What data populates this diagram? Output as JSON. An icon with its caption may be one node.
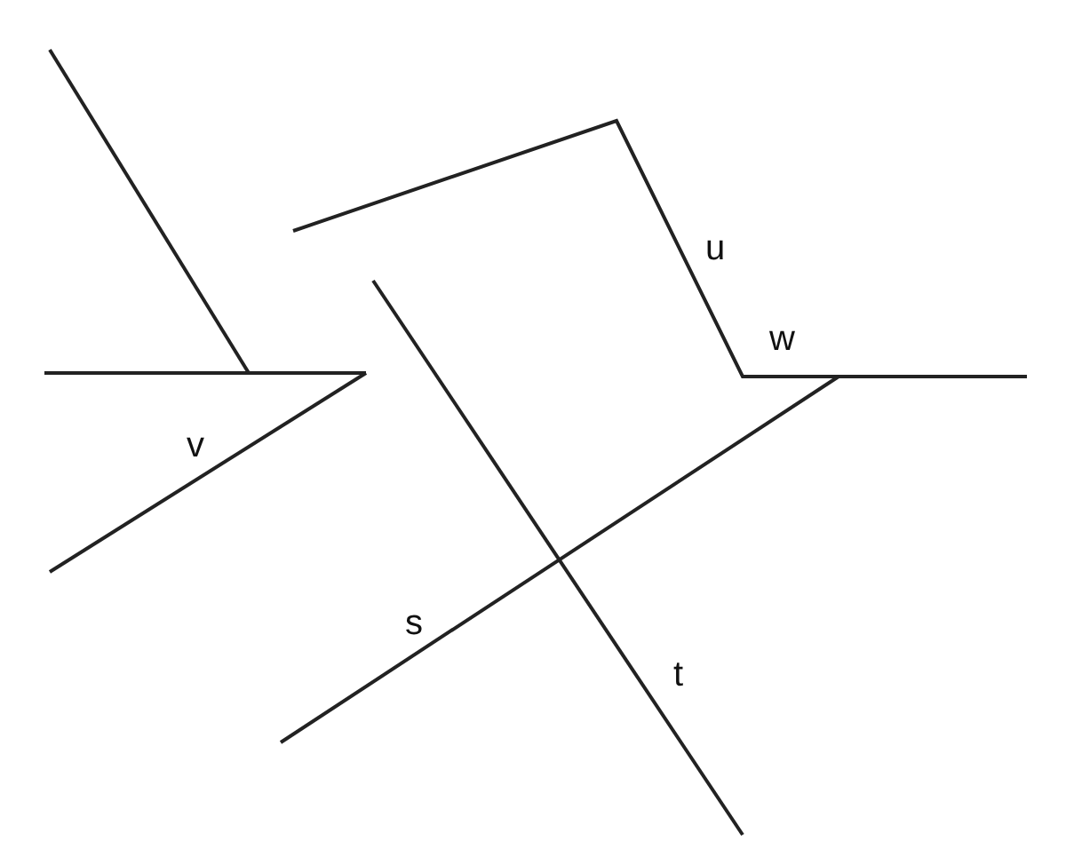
{
  "diagram": {
    "labels": [
      "u",
      "w",
      "v",
      "s",
      "t"
    ]
  }
}
